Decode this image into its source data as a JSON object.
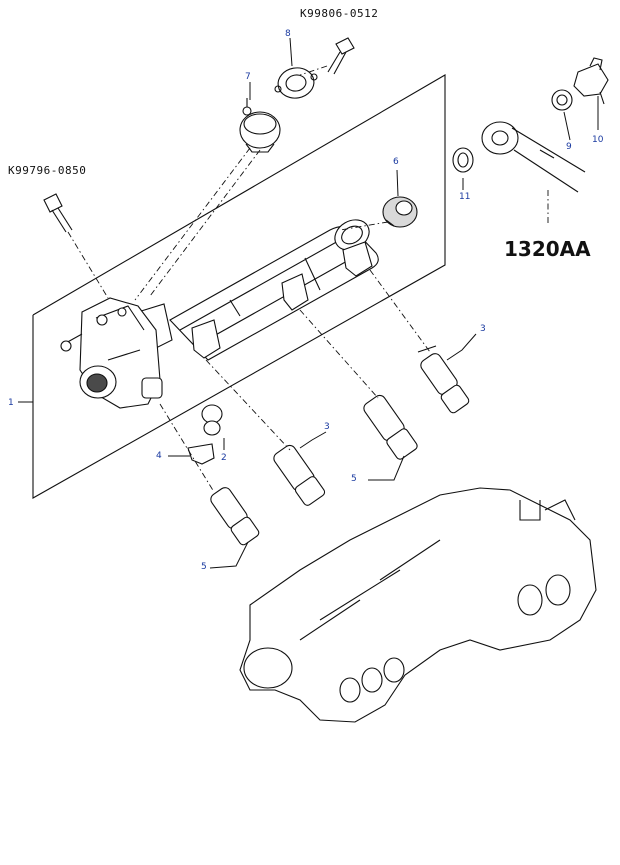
{
  "diagram": {
    "part_codes": {
      "bolt_top": "K99806-0512",
      "bolt_left": "K99796-0850"
    },
    "group_code": "1320AA",
    "callouts": {
      "c1": "1",
      "c2": "2",
      "c3a": "3",
      "c3b": "3",
      "c4": "4",
      "c5a": "5",
      "c5b": "5",
      "c6": "6",
      "c7": "7",
      "c8": "8",
      "c9": "9",
      "c10": "10",
      "c11": "11"
    },
    "colors": {
      "line": "#111111",
      "callout": "#1a3aa0",
      "background": "#ffffff"
    }
  }
}
